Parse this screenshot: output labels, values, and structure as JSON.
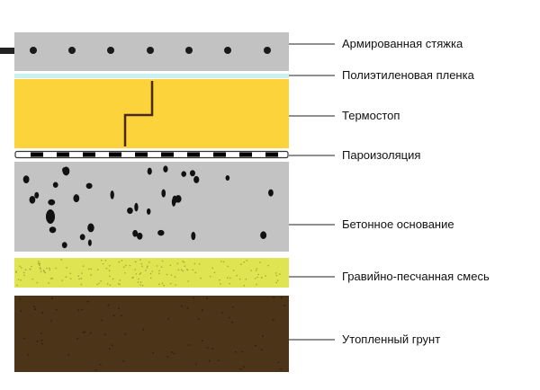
{
  "colors": {
    "screed": "#c2c2c2",
    "film": "#c9f1ef",
    "thermostop": "#fcd33b",
    "crack": "#4a2a12",
    "concrete": "#c3c3c3",
    "gravel": "#dfe452",
    "ground": "#4b3417"
  },
  "layers": [
    {
      "id": "screed",
      "label": "Армированная стяжка"
    },
    {
      "id": "film",
      "label": "Полиэтиленовая пленка"
    },
    {
      "id": "thermostop",
      "label": "Термостоп"
    },
    {
      "id": "vapor",
      "label": "Пароизоляция"
    },
    {
      "id": "concrete",
      "label": "Бетонное основание"
    },
    {
      "id": "gravel",
      "label": "Гравийно-песчанная смесь"
    },
    {
      "id": "ground",
      "label": "Утопленный грунт"
    }
  ]
}
